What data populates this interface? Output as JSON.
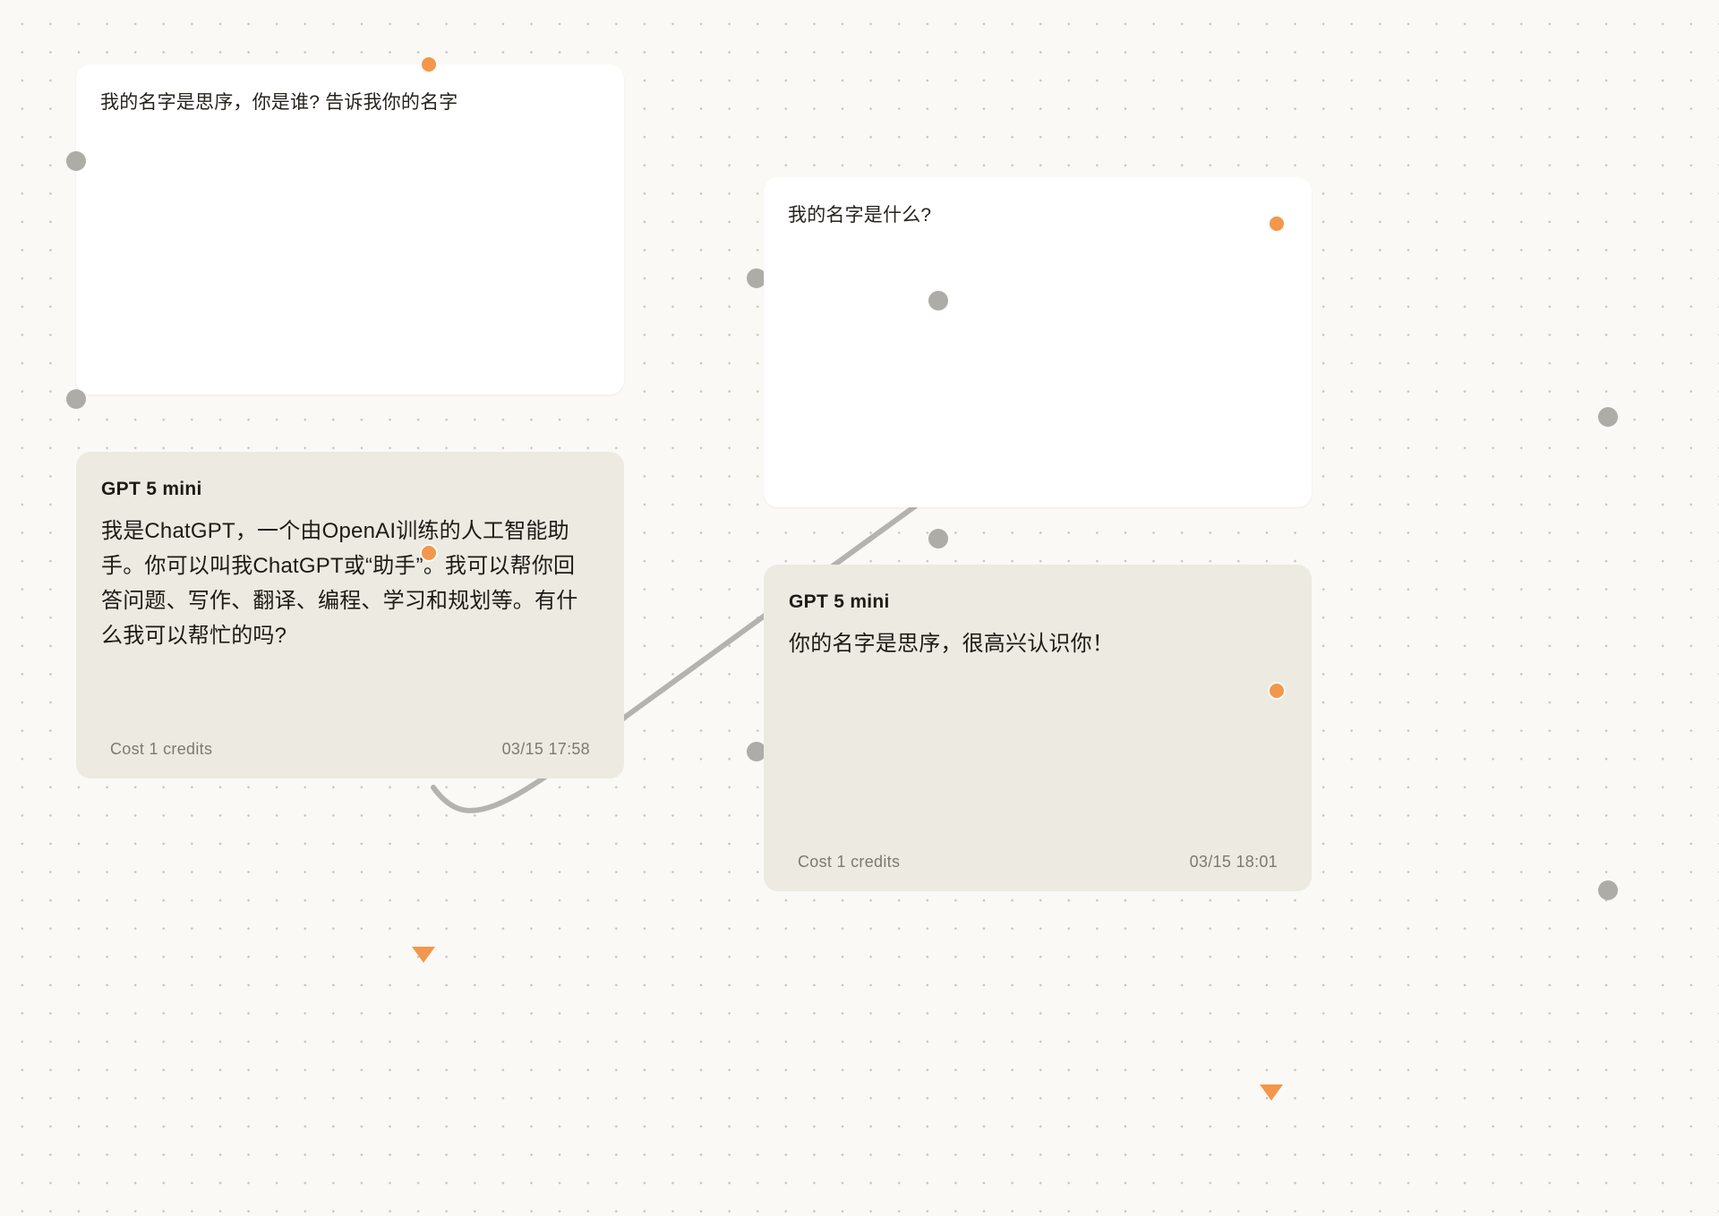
{
  "app": {
    "canvas_background": "#faf9f5",
    "accent_color": "#f2974c",
    "handle_color": "#aeaca6",
    "answer_node_color": "#edeae1",
    "prompt_node_color": "#ffffff"
  },
  "nodes": {
    "prompt_left": {
      "text": "我的名字是思序，你是谁? 告诉我你的名字"
    },
    "answer_left": {
      "title": "GPT 5 mini",
      "body": "我是ChatGPT，一个由OpenAI训练的人工智能助手。你可以叫我ChatGPT或“助手”。我可以帮你回答问题、写作、翻译、编程、学习和规划等。有什么我可以帮忙的吗?",
      "cost": "Cost 1 credits",
      "timestamp": "03/15 17:58"
    },
    "prompt_right": {
      "text": "我的名字是什么?"
    },
    "answer_right": {
      "title": "GPT 5 mini",
      "body": "你的名字是思序，很高兴认识你！",
      "cost": "Cost 1 credits",
      "timestamp": "03/15 18:01"
    }
  }
}
